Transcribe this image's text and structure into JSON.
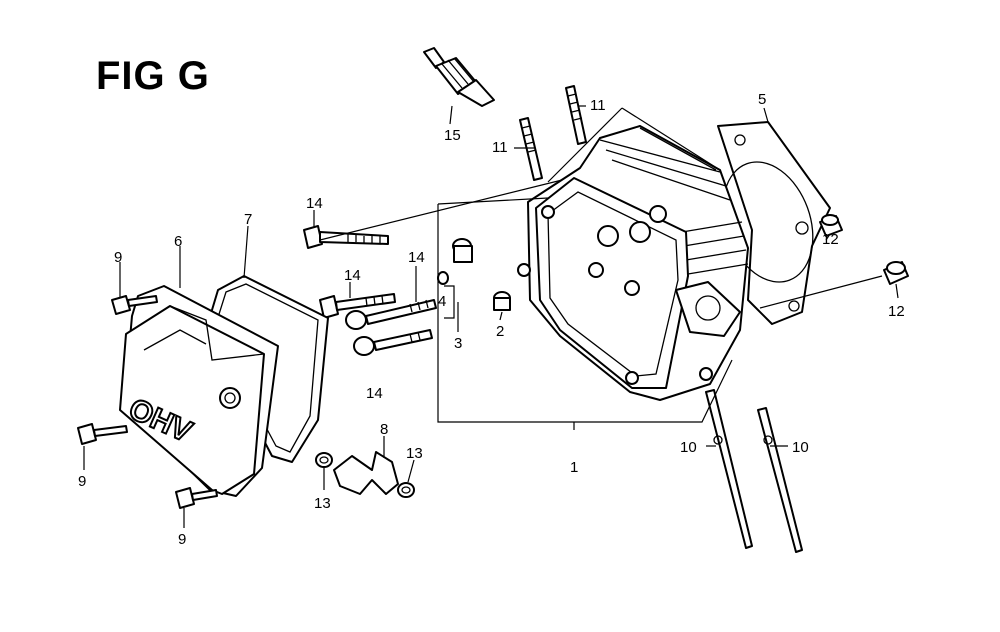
{
  "figure": {
    "title": "FIG G",
    "stamp_text": "OHV"
  },
  "callouts": {
    "c1": "1",
    "c2": "2",
    "c3": "3",
    "c4": "4",
    "c5": "5",
    "c6": "6",
    "c7": "7",
    "c8": "8",
    "c9a": "9",
    "c9b": "9",
    "c9c": "9",
    "c10a": "10",
    "c10b": "10",
    "c11a": "11",
    "c11b": "11",
    "c12a": "12",
    "c12b": "12",
    "c13a": "13",
    "c13b": "13",
    "c14a": "14",
    "c14b": "14",
    "c14c": "14",
    "c14d": "14",
    "c15": "15"
  }
}
